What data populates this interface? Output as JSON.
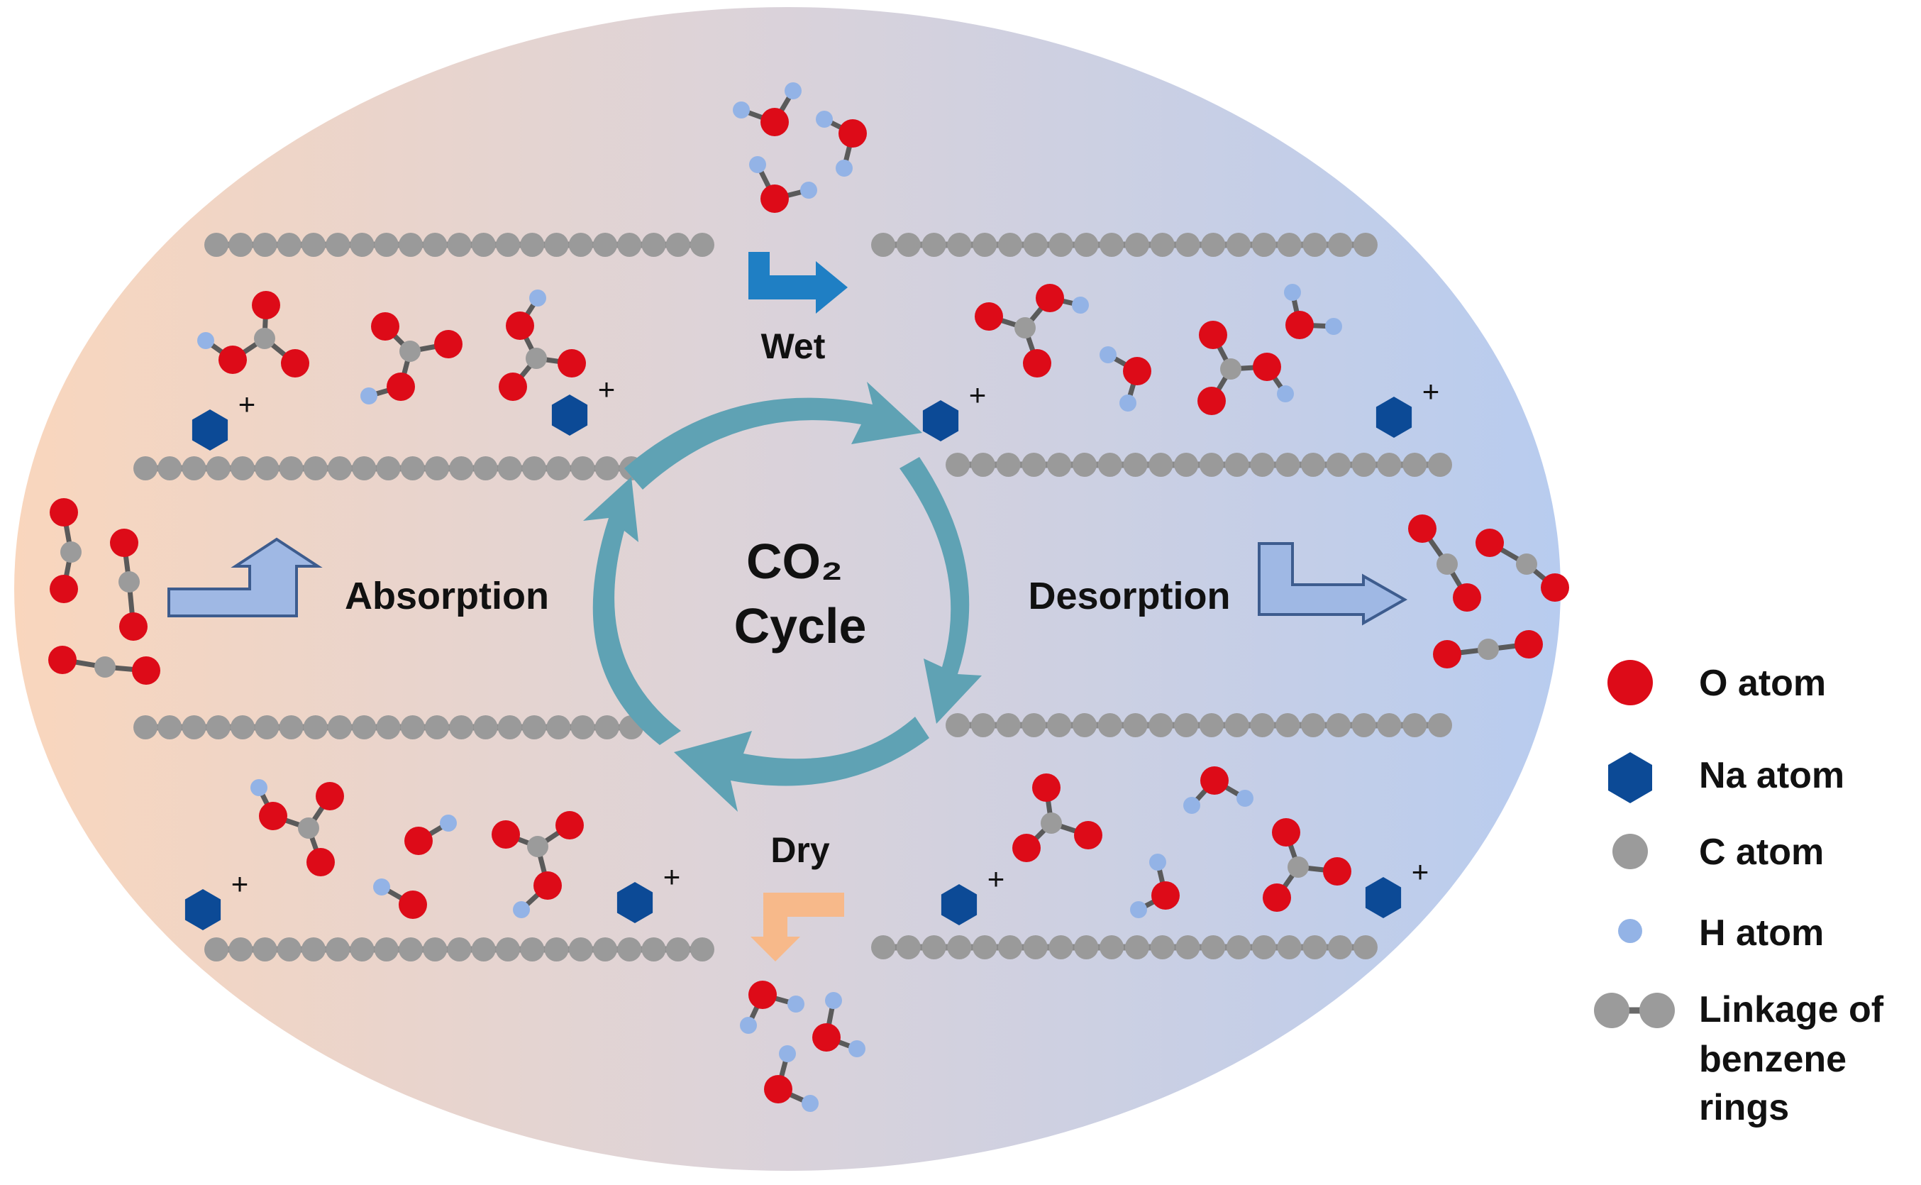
{
  "labels": {
    "wet": "Wet",
    "dry": "Dry",
    "absorption": "Absorption",
    "desorption": "Desorption",
    "cycle_line1": "CO₂",
    "cycle_line2": "Cycle",
    "plus": "+"
  },
  "legend": {
    "o_atom": "O atom",
    "na_atom": "Na atom",
    "c_atom": "C atom",
    "h_atom": "H atom",
    "linkage_line1": "Linkage of",
    "linkage_line2": "benzene",
    "linkage_line3": "rings"
  },
  "colors": {
    "oxygen": "#dd0b18",
    "sodium": "#0c4a96",
    "carbon": "#9b9b9b",
    "hydrogen": "#93b3e6",
    "bond": "#5a5a5a",
    "chain": "#9a9a9a",
    "cycle_arrow": "#5fa2b4",
    "wet_arrow": "#1f7fc4",
    "dry_arrow": "#f7b98a",
    "process_arrow_fill": "#9fb8e4",
    "process_arrow_stroke": "#3d5c8e",
    "gradient_left": "#f8d7c0",
    "gradient_mid": "#dcd3d9",
    "gradient_right": "#b9cdee"
  }
}
